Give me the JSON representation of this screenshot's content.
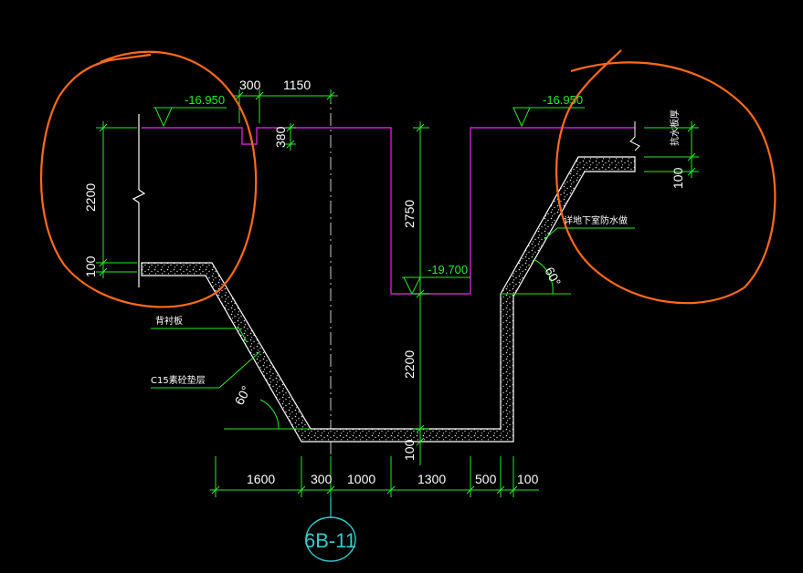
{
  "drawing": {
    "dimensions": {
      "top_300": "300",
      "top_1150": "1150",
      "notch_380": "380",
      "left_2200": "2200",
      "left_100": "100",
      "center_2750": "2750",
      "center_2200": "2200",
      "center_100": "100",
      "right_100": "100",
      "bottom": [
        "1600",
        "300",
        "1000",
        "1300",
        "500",
        "100"
      ]
    },
    "levels": {
      "left_top": "-16.950",
      "right_top": "-16.950",
      "pit_bottom": "-19.700"
    },
    "angles": {
      "left": "60°",
      "right": "60°"
    },
    "notes": {
      "left_layer": "背衬板",
      "left_concrete": "C15素砼垫层",
      "right_layer": "详地下室防水做",
      "right_top": "抗水板厚"
    },
    "section_tag": "6B-11"
  },
  "colors": {
    "background": "#000000",
    "dimension_lines": "#22ee22",
    "pit_outline": "#cc22cc",
    "concrete": "#ffffff",
    "annotation_circles": "#ff6a1a",
    "section_tag": "#33cccc"
  }
}
